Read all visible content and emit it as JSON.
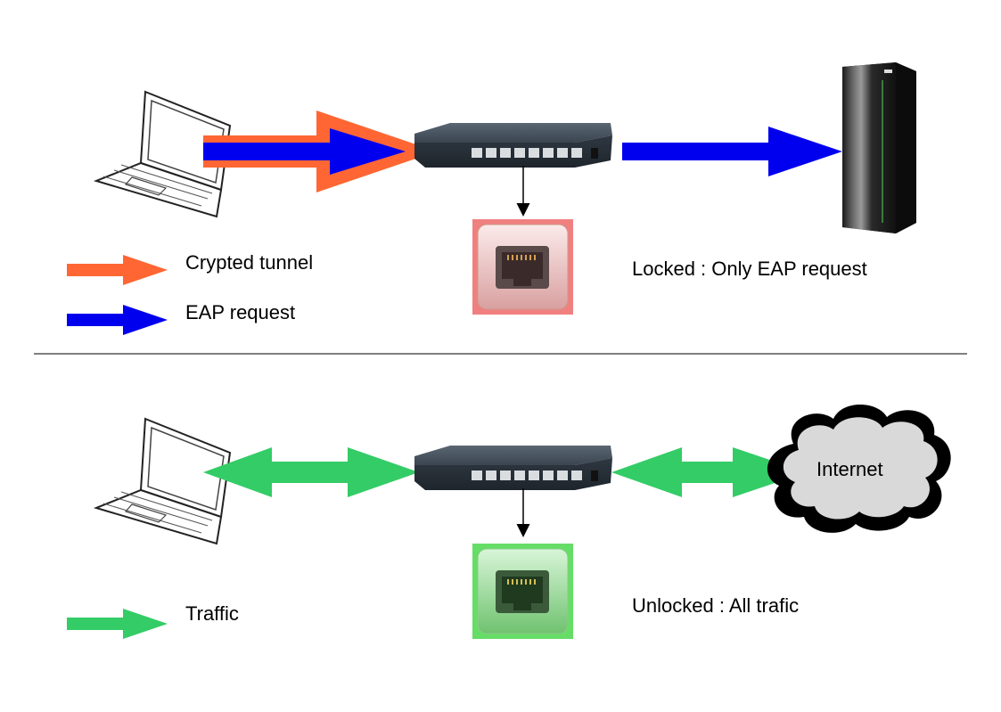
{
  "top": {
    "status_text": "Locked : Only EAP request",
    "legend": [
      {
        "label": "Crypted tunnel",
        "color": "#ff6633"
      },
      {
        "label": "EAP request",
        "color": "#0000ee"
      }
    ],
    "port_color": "#f08080"
  },
  "bottom": {
    "status_text": "Unlocked : All trafic",
    "cloud_label": "Internet",
    "legend": [
      {
        "label": "Traffic",
        "color": "#33cc66"
      }
    ],
    "port_color": "#66dd66"
  },
  "colors": {
    "tunnel": "#ff6633",
    "eap": "#0000ee",
    "traffic": "#33cc66",
    "switch_body": "#3a4550",
    "divider": "#000000"
  },
  "icons": [
    "laptop-icon",
    "network-switch-icon",
    "ethernet-port-icon",
    "server-icon",
    "cloud-icon"
  ]
}
